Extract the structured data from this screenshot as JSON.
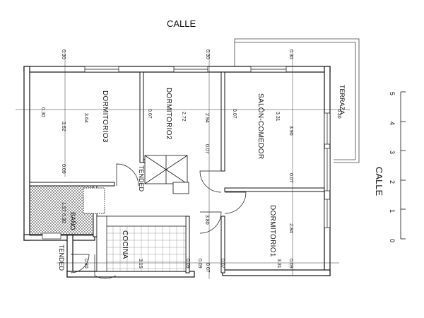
{
  "street_top": "CALLE",
  "street_right": "CALLE",
  "rooms": {
    "dormitorio3": "DORMITORIO3",
    "dormitorio2": "DORMITORIO2",
    "salon_comedor": "SALÓN-COMEDOR",
    "dormitorio1": "DORMITORIO1",
    "bano": "BAÑO",
    "cocina": "COCINA",
    "tended_upper": "TENDED",
    "tended_lower": "TENDED",
    "terraza": "TERRAZA"
  },
  "dimensions": {
    "top_wall_1": "0.30",
    "top_wall_2": "0.30",
    "top_wall_3": "0.30",
    "d3_width": "3.64",
    "d3_left_wall": "0.30",
    "d3_height": "3.62",
    "d3_bottom_wall": "0.09",
    "d2_wall": "0.07",
    "d2_width": "2.72",
    "d2_height": "2.94",
    "d2_sub": "0.07",
    "salon_wall": "0.07",
    "salon_width": "3.31",
    "salon_right_wall": "0.30",
    "salon_height": "3.90",
    "salon_bottom_wall": "0.07",
    "bano_height": "1.57",
    "bano_wall": "0.30",
    "hall_height": "3.80",
    "d1_height": "2.84",
    "d1_width": "3.31",
    "d1_bottom": "0.09",
    "cocina_width": "3.15",
    "cocina_wall": "0.09",
    "tended_wall": "0.30",
    "mid_a": "0.09",
    "mid_b": "0.07",
    "mid_c": "0.07"
  },
  "scale": {
    "ticks": [
      "0",
      "1",
      "2",
      "3",
      "4",
      "5"
    ]
  }
}
